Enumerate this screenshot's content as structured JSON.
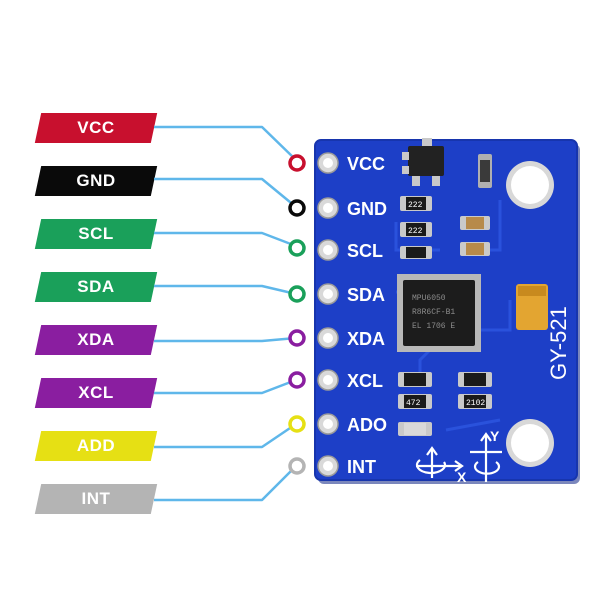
{
  "board": {
    "name": "GY-521",
    "chip_markings": [
      "MPU6050",
      "R8R6CF-B1",
      "EL 1706 E"
    ],
    "resistor_codes": [
      "222",
      "222",
      "472",
      "2102"
    ],
    "axis_labels": {
      "x": "X",
      "y": "Y"
    },
    "colors": {
      "pcb": "#1d3fc7",
      "pcb_edge": "#1735ad",
      "silk": "#ffffff",
      "trace": "#5fb7ea"
    }
  },
  "pins": [
    {
      "label": "VCC",
      "board_label": "VCC",
      "color": "#c8102e",
      "text_color": "#ffffff"
    },
    {
      "label": "GND",
      "board_label": "GND",
      "color": "#0a0a0a",
      "text_color": "#ffffff"
    },
    {
      "label": "SCL",
      "board_label": "SCL",
      "color": "#1aa05a",
      "text_color": "#ffffff"
    },
    {
      "label": "SDA",
      "board_label": "SDA",
      "color": "#1aa05a",
      "text_color": "#ffffff"
    },
    {
      "label": "XDA",
      "board_label": "XDA",
      "color": "#8a1ea0",
      "text_color": "#ffffff"
    },
    {
      "label": "XCL",
      "board_label": "XCL",
      "color": "#8a1ea0",
      "text_color": "#ffffff"
    },
    {
      "label": "ADD",
      "board_label": "ADO",
      "color": "#e6e014",
      "text_color": "#ffffff"
    },
    {
      "label": "INT",
      "board_label": "INT",
      "color": "#b4b4b4",
      "text_color": "#ffffff"
    }
  ]
}
